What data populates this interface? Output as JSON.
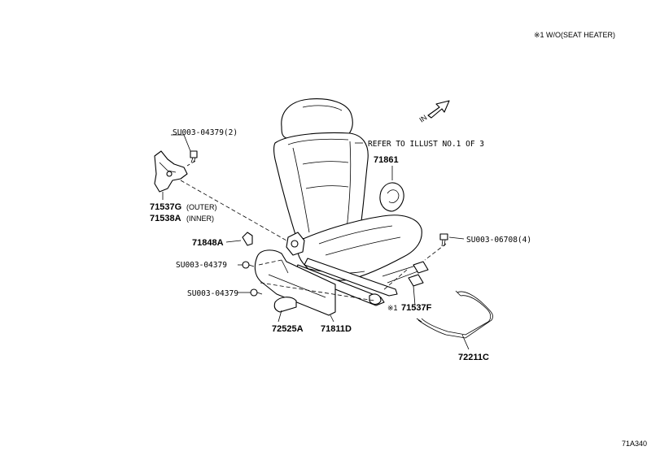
{
  "note": "※1 W/O(SEAT HEATER)",
  "direction_label": "IN",
  "refer_text": "REFER TO ILLUST NO.1 OF 3",
  "diagram_id": "71A340",
  "parts": {
    "bolt_top_left": "SU003-04379(2)",
    "hinge_outer_num": "71537G",
    "hinge_outer_desc": "(OUTER)",
    "hinge_inner_num": "71538A",
    "hinge_inner_desc": "(INNER)",
    "seat_back_part": "71861",
    "clip": "71848A",
    "bolt_mid_left": "SU003-04379",
    "bolt_low_left": "SU003-04379",
    "bolt_right": "SU003-06708(4)",
    "cover_knob": "72525A",
    "shield": "71811D",
    "heater_note_prefix": "※1",
    "heater_part": "71537F",
    "wire_frame": "72211C"
  }
}
